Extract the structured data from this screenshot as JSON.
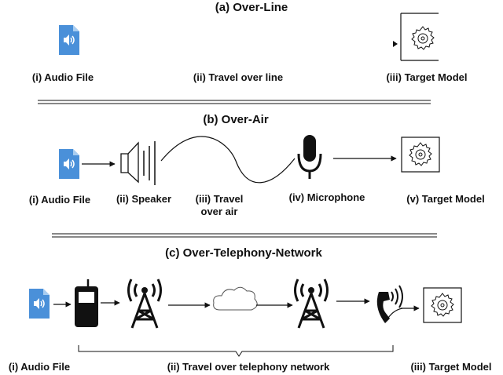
{
  "panel_a": {
    "title": "(a) Over-Line",
    "labels": {
      "audio": "(i) Audio File",
      "travel": "(ii) Travel over line",
      "model": "(iii) Target Model"
    }
  },
  "panel_b": {
    "title": "(b) Over-Air",
    "labels": {
      "audio": "(i) Audio File",
      "speaker": "(ii) Speaker",
      "travel_1": "(iii) Travel",
      "travel_2": "over air",
      "microphone": "(iv) Microphone",
      "model": "(v) Target Model"
    }
  },
  "panel_c": {
    "title": "(c) Over-Telephony-Network",
    "labels": {
      "audio": "(i) Audio File",
      "travel": "(ii) Travel over telephony network",
      "model": "(iii) Target Model"
    }
  },
  "colors": {
    "audio_file": "#4a90d9",
    "line": "#111111",
    "cloud_stroke": "#555555"
  },
  "icons": [
    "audio-file-icon",
    "gear-icon",
    "speaker-icon",
    "microphone-icon",
    "mobile-phone-icon",
    "antenna-tower-icon",
    "cloud-icon",
    "telephone-icon"
  ]
}
